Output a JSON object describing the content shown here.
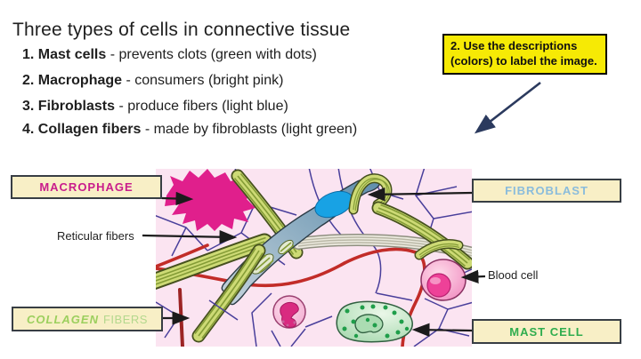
{
  "title": "Three types of cells in connective tissue",
  "list": {
    "items": [
      {
        "bold": "1. Mast cells",
        "rest": " - prevents clots  (green with dots)"
      },
      {
        "bold": "2. Macrophage",
        "rest": " - consumers (bright pink)"
      },
      {
        "bold": "3.  Fibroblasts",
        "rest": " - produce fibers (light blue)"
      },
      {
        "bold": "4.  Collagen fibers",
        "rest": " - made by fibroblasts (light green)"
      }
    ]
  },
  "instruction_box": {
    "text": "2.  Use the descriptions (colors) to label the image."
  },
  "labels": {
    "macrophage": "MACROPHAGE",
    "fibroblast": "FIBROBLAST",
    "reticular_fibers": "Reticular fibers",
    "blood_cell": "Blood cell",
    "collagen_word": "COLLAGEN",
    "fibers_word": "FIBERS",
    "mast_cell": "MAST CELL"
  },
  "colors": {
    "accent_yellow": "#f6ea05",
    "box_bg": "#f8efc6",
    "macrophage_pink": "#c91d8c",
    "macrophage_fill": "#e01f8c",
    "fibroblast_blue": "#8abcdc",
    "collagen_green": "#9ccf5e",
    "collagen_green2": "#b3d88d",
    "collagen_fill": "#cdda75",
    "mast_green": "#2fad4e",
    "nucleus_blue": "#18a2e4",
    "arrow_navy": "#2b3a5e",
    "tissue_bg_pink": "#fbe4f1"
  }
}
